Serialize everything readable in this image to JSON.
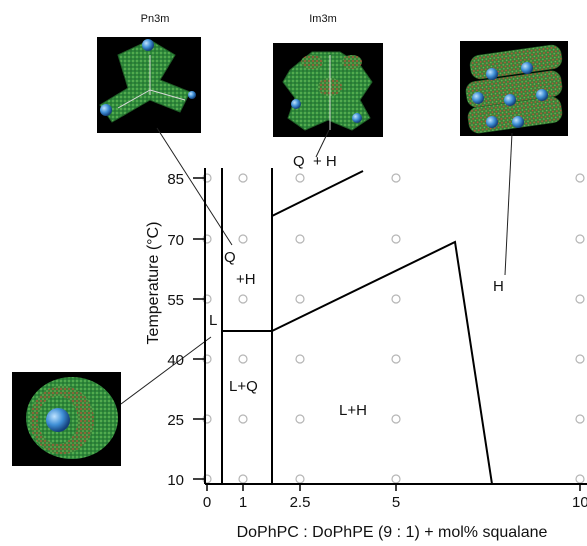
{
  "structures": {
    "pn3m": {
      "title": "Pn3m"
    },
    "im3m": {
      "title": "Im3m"
    }
  },
  "axes": {
    "y_title": "Temperature (°C)",
    "x_title": "DoPhPC : DoPhPE (9 : 1) + mol% squalane",
    "y_ticks": [
      "85",
      "70",
      "55",
      "40",
      "25",
      "10"
    ],
    "x_ticks": [
      "0",
      "1",
      "2.5",
      "5",
      "10"
    ]
  },
  "phase_labels": {
    "q_h_top": "Q  + H",
    "q": "Q",
    "plus_h": "+H",
    "l": "L",
    "l_q": "L+Q",
    "l_h": "L+H",
    "h": "H"
  },
  "colors": {
    "micelle_green": "#2f8a3c",
    "micelle_red": "#b4452f",
    "core_blue": "#3f8fd6",
    "panel_background": "#000000",
    "sample_point": "#b5b5b5"
  }
}
